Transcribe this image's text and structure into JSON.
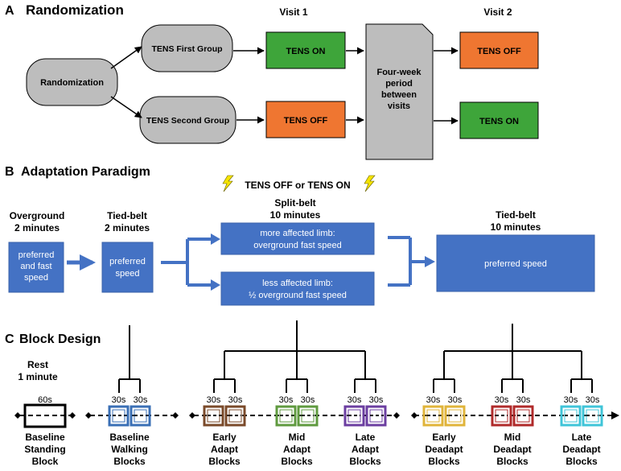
{
  "section_a": {
    "letter": "A",
    "title": "Randomization",
    "visit1": "Visit 1",
    "visit2": "Visit 2",
    "randomization": "Randomization",
    "group1": "TENS First Group",
    "group2": "TENS Second Group",
    "g1_visit1": "TENS ON",
    "g2_visit1": "TENS OFF",
    "period_lines": [
      "Four-week",
      "period",
      "between",
      "visits"
    ],
    "g1_visit2": "TENS OFF",
    "g2_visit2": "TENS ON",
    "colors": {
      "on": "#3ea53a",
      "off": "#ef7631",
      "gray": "#bdbdbd"
    }
  },
  "section_b": {
    "letter": "B",
    "title": "Adaptation Paradigm",
    "tens_label": "TENS OFF or TENS ON",
    "overground": {
      "title1": "Overground",
      "title2": "2 minutes",
      "body": [
        "preferred",
        "and fast",
        "speed"
      ]
    },
    "tied1": {
      "title1": "Tied-belt",
      "title2": "2 minutes",
      "body": [
        "preferred",
        "speed"
      ]
    },
    "split": {
      "title1": "Split-belt",
      "title2": "10 minutes",
      "upper": [
        "more affected limb:",
        "overground fast speed"
      ],
      "lower": [
        "less affected limb:",
        "½ overground fast speed"
      ]
    },
    "tied2": {
      "title1": "Tied-belt",
      "title2": "10 minutes",
      "body": "preferred speed"
    },
    "colors": {
      "box": "#4472c4",
      "lightning": "#f5e400"
    }
  },
  "section_c": {
    "letter": "C",
    "title": "Block Design",
    "rest_title1": "Rest",
    "rest_title2": "1 minute",
    "rest_box": "60s",
    "block_label": "30s",
    "groups": [
      {
        "lines": [
          "Baseline",
          "Standing",
          "Block"
        ]
      },
      {
        "lines": [
          "Baseline",
          "Walking",
          "Blocks"
        ],
        "color": "#3a6fb5"
      },
      {
        "lines": [
          "Early",
          "Adapt",
          "Blocks"
        ],
        "color": "#7a4a2a"
      },
      {
        "lines": [
          "Mid",
          "Adapt",
          "Blocks"
        ],
        "color": "#5f9a3f"
      },
      {
        "lines": [
          "Late",
          "Adapt",
          "Blocks"
        ],
        "color": "#6b3ea0"
      },
      {
        "lines": [
          "Early",
          "Deadapt",
          "Blocks"
        ],
        "color": "#e0b43a"
      },
      {
        "lines": [
          "Mid",
          "Deadapt",
          "Blocks"
        ],
        "color": "#b02a2a"
      },
      {
        "lines": [
          "Late",
          "Deadapt",
          "Blocks"
        ],
        "color": "#3fc4d8"
      }
    ]
  }
}
